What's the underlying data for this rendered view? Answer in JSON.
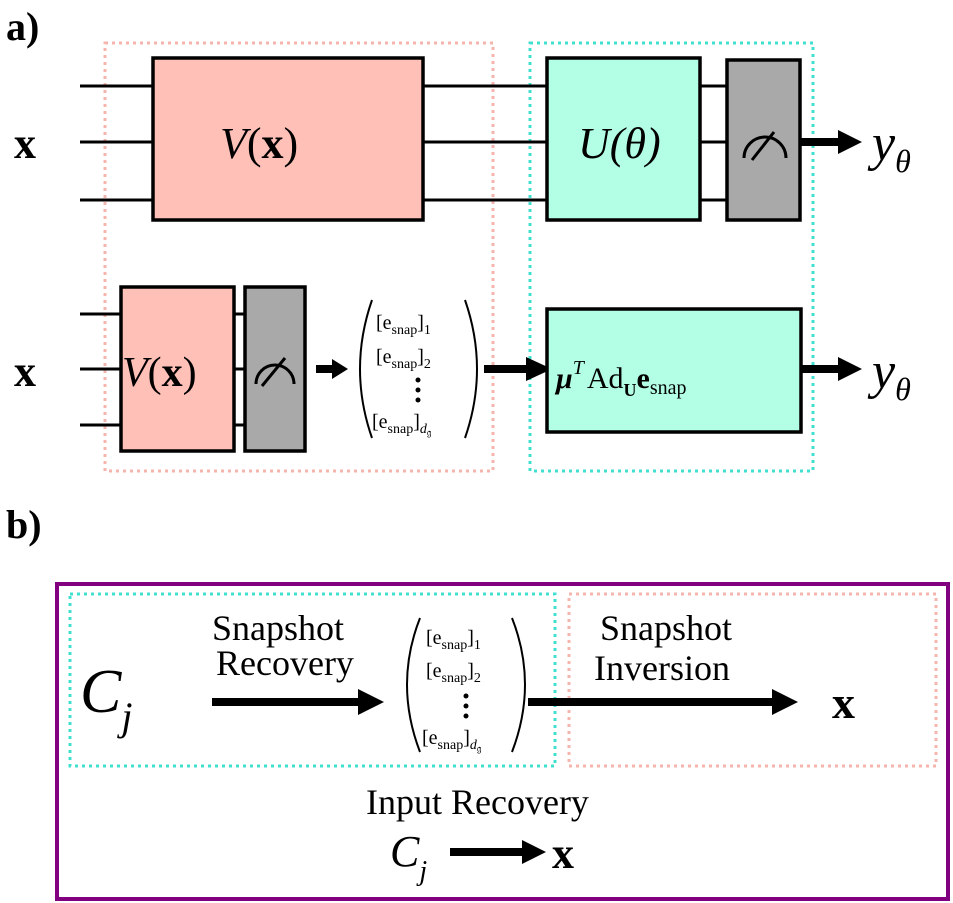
{
  "panel_a": {
    "label": "a)",
    "input_top": "x",
    "encoding_gate": "V(x)",
    "variational_gate": "U(θ)",
    "output_top": "y",
    "output_top_sub": "θ",
    "input_bottom": "x",
    "encoding_gate_bottom": "V(x)",
    "snapshot_entries": [
      "[e",
      "[e",
      "[e"
    ],
    "snap_sub": "snap",
    "index_subs": [
      "1",
      "2",
      "d"
    ],
    "index_d_sub": "𝔤",
    "ad_formula": {
      "mu": "μ",
      "sup": "T",
      "ad": "Ad",
      "ad_sub": "U",
      "e": "e",
      "e_sub": "snap"
    },
    "output_bottom": "y",
    "output_bottom_sub": "θ"
  },
  "panel_b": {
    "label": "b)",
    "start_symbol": "C",
    "start_sub": "j",
    "step1_line1": "Snapshot",
    "step1_line2": "Recovery",
    "step2_line1": "Snapshot",
    "step2_line2": "Inversion",
    "end_symbol": "x",
    "summary_title": "Input Recovery",
    "summary_from": "C",
    "summary_from_sub": "j",
    "summary_to": "x"
  },
  "colors": {
    "encoding_fill": "#ffc0b8",
    "variational_fill": "#b3ffe6",
    "measure_fill": "#a9a9a9",
    "frame": "#800080",
    "dotted_red": "#f5b5ad",
    "dotted_cyan": "#40e0d0"
  },
  "icons": [
    "measurement-meter-icon",
    "arrow-right-icon"
  ]
}
